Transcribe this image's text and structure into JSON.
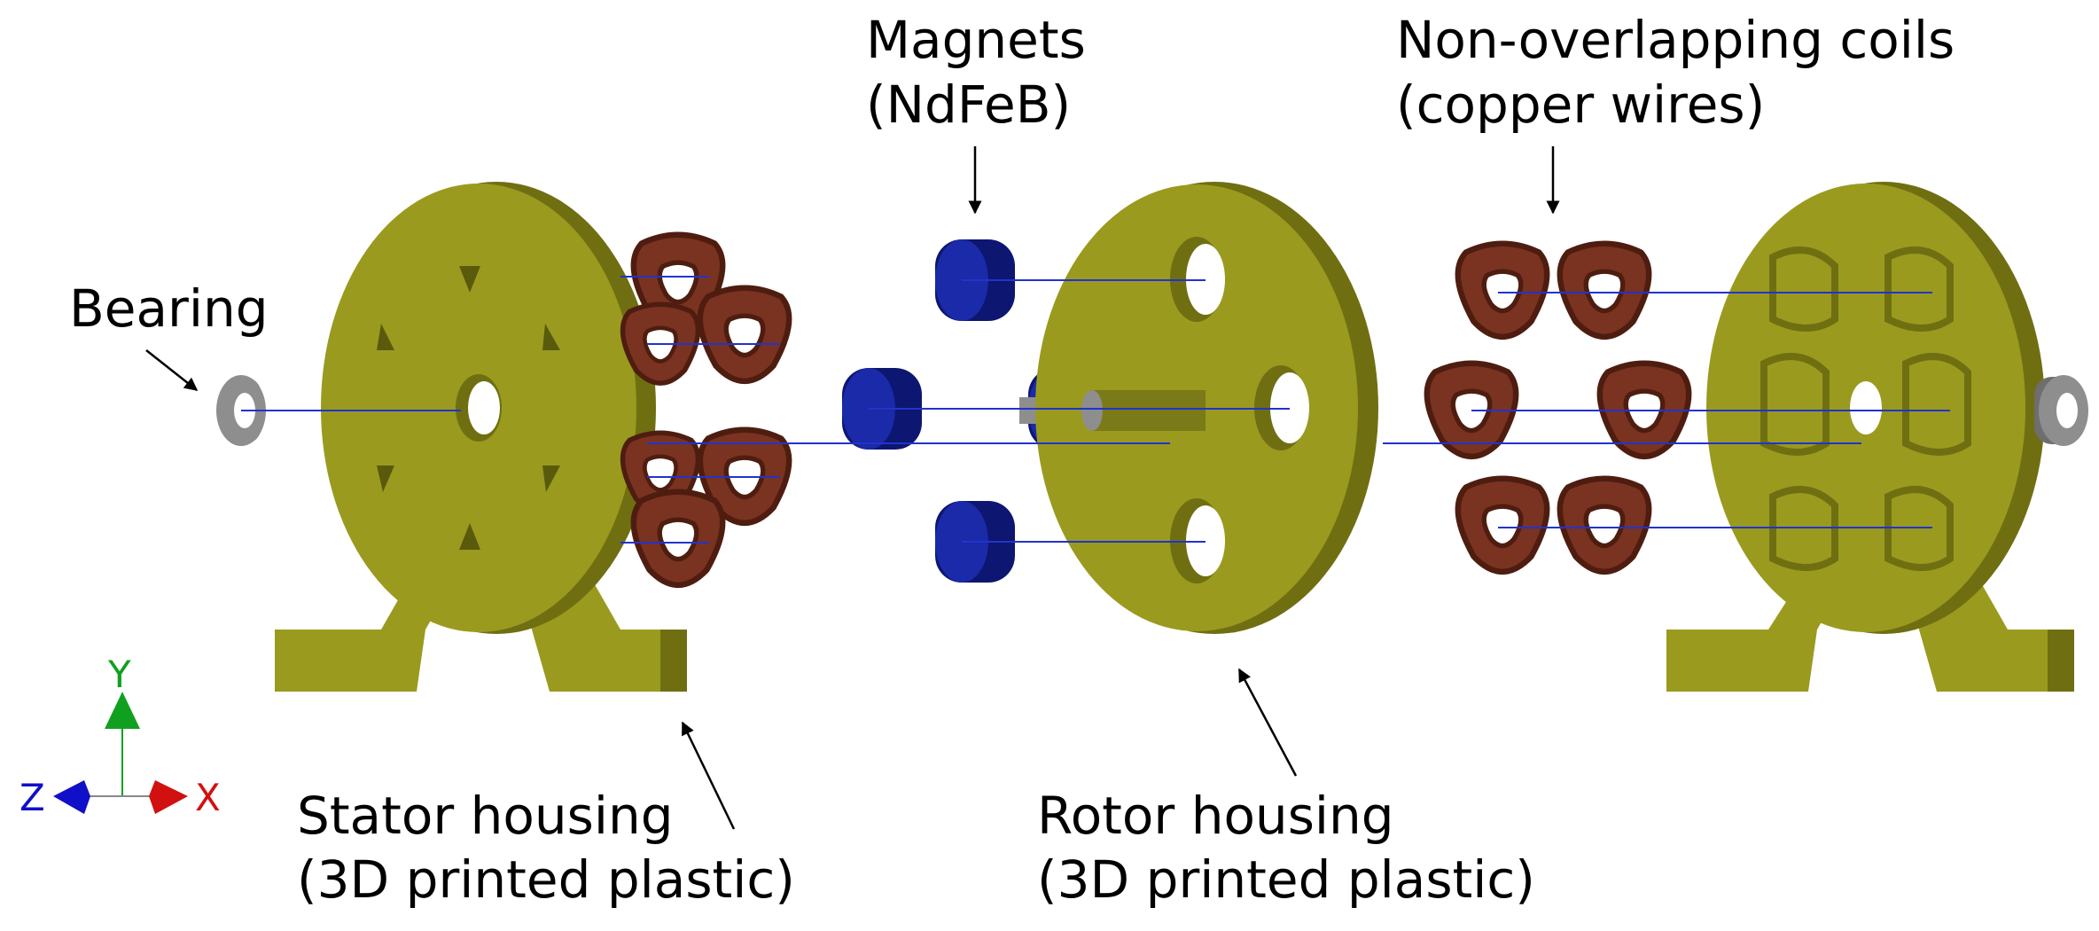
{
  "labels": {
    "magnets_line1": "Magnets",
    "magnets_line2": "(NdFeB)",
    "coils_line1": "Non-overlapping coils",
    "coils_line2": "(copper wires)",
    "bearing": "Bearing",
    "stator_line1": "Stator housing",
    "stator_line2": "(3D printed plastic)",
    "rotor_line1": "Rotor housing",
    "rotor_line2": "(3D printed plastic)"
  },
  "axes": {
    "x": "X",
    "y": "Y",
    "z": "Z"
  },
  "colors": {
    "housing": "#9a9a1f",
    "housing_dark": "#6f6f12",
    "housing_light": "#b4b42c",
    "coil": "#7a3320",
    "coil_dark": "#4e1d10",
    "magnet": "#1a2aa8",
    "magnet_dark": "#0d1670",
    "bearing": "#8e8e8e",
    "axis_x": "#d21010",
    "axis_y": "#10a020",
    "axis_z": "#1010c8",
    "guide_line": "#2233cc"
  }
}
